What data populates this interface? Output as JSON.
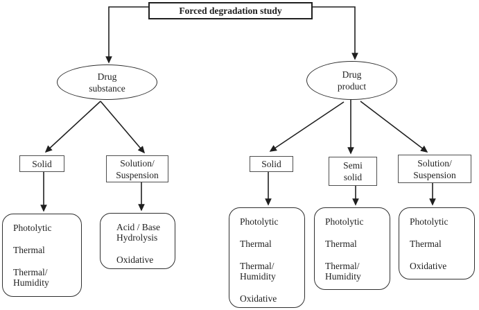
{
  "theme": {
    "ink": "#1f1f1f",
    "background": "#ffffff"
  },
  "nodes": {
    "root": {
      "label": "Forced degradation study"
    },
    "drug_substance": {
      "label": "Drug\nsubstance"
    },
    "drug_product": {
      "label": "Drug\nproduct"
    },
    "ds_solid": {
      "label": "Solid"
    },
    "ds_solution": {
      "label": "Solution/\nSuspension"
    },
    "dp_solid": {
      "label": "Solid"
    },
    "dp_semi_solid": {
      "label": "Semi\nsolid"
    },
    "dp_solution": {
      "label": "Solution/\nSuspension"
    },
    "ds_solid_tests": {
      "items": [
        "Photolytic",
        "Thermal",
        "Thermal/\nHumidity"
      ]
    },
    "ds_solution_tests": {
      "items": [
        "Acid / Base\nHydrolysis",
        "Oxidative"
      ]
    },
    "dp_solid_tests": {
      "items": [
        "Photolytic",
        "Thermal",
        "Thermal/\nHumidity",
        "Oxidative"
      ]
    },
    "dp_semi_solid_tests": {
      "items": [
        "Photolytic",
        "Thermal",
        "Thermal/\nHumidity"
      ]
    },
    "dp_solution_tests": {
      "items": [
        "Photolytic",
        "Thermal",
        "Oxidative"
      ]
    }
  }
}
